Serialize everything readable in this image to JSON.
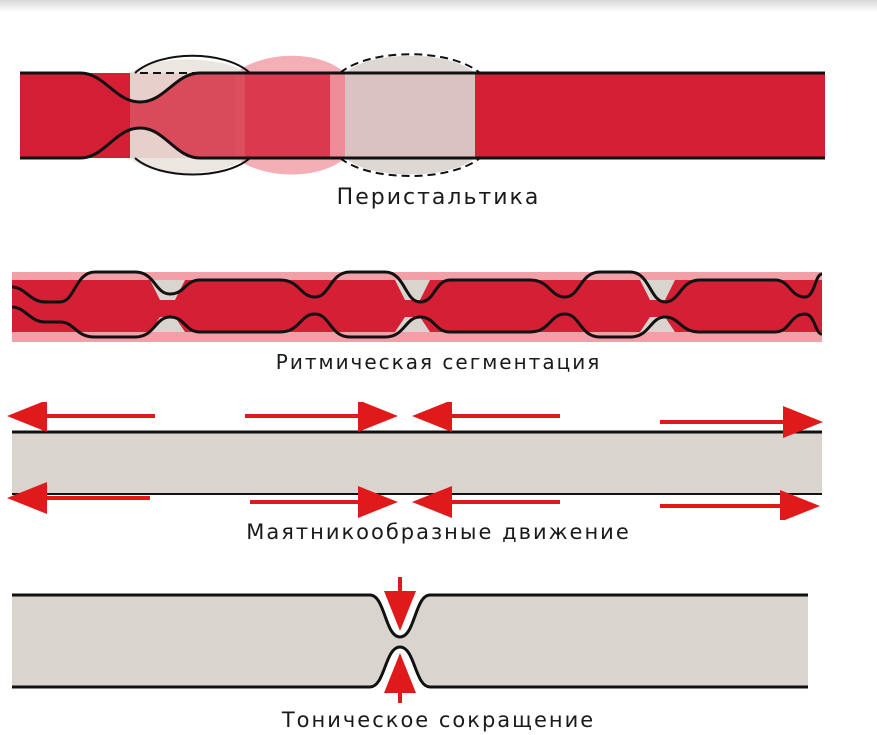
{
  "colors": {
    "red_dark": "#d41f35",
    "red_light": "#f2a0a8",
    "gray_band": "#d9d4ce",
    "arrow_red": "#e01a1a",
    "outline": "#111111"
  },
  "captions": {
    "peristalsis": "Перистальтика",
    "segmentation": "Ритмическая  сегментация",
    "pendulum": "Маятникообразные  движение",
    "tonic": "Тоническое  сокращение"
  }
}
